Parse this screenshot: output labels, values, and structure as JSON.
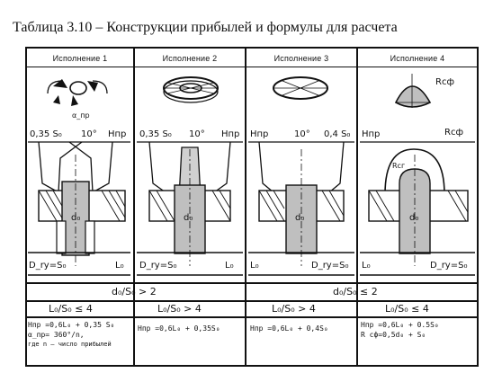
{
  "title": "Таблица 3.10 – Конструкции прибылей и формулы для расчета",
  "columns": [
    {
      "header": "Исполнение 1",
      "annotations": [
        "0,35 S₀",
        "10°",
        "Hпр",
        "d₀",
        "D_ry=S₀",
        "L₀",
        "α_пр"
      ]
    },
    {
      "header": "Исполнение 2",
      "annotations": [
        "0,35 S₀",
        "10°",
        "Hпр",
        "d₀",
        "D_ry=S₀",
        "L₀"
      ]
    },
    {
      "header": "Исполнение 3",
      "annotations": [
        "Hпр",
        "10°",
        "0,4 S₀",
        "d₀",
        "L₀",
        "D_ry=S₀"
      ]
    },
    {
      "header": "Исполнение 4",
      "annotations": [
        "Hпр",
        "Rсф",
        "Rсф",
        "Rсг",
        "d₀",
        "L₀",
        "D_ry=S₀"
      ]
    }
  ],
  "ratio_left": "d₀/S₀ > 2",
  "ratio_right": "d₀/S₀ ≤ 2",
  "conditions": [
    "L₀/S₀ ≤ 4",
    "L₀/S₀ > 4",
    "L₀/S₀ > 4",
    "L₀/S₀ ≤ 4"
  ],
  "formulas": [
    [
      "Hпр =0,6L₀ + 0,35 S₀",
      "α_пр= 360°/n,",
      "где n – число прибылей"
    ],
    [
      "Hпр =0,6L₀ + 0,35S₀"
    ],
    [
      "Hпр =0,6L₀ + 0,4S₀"
    ],
    [
      "Hпр =0,6L₀ + 0.5S₀",
      "R сф=0,5d₀ + S₀"
    ]
  ]
}
